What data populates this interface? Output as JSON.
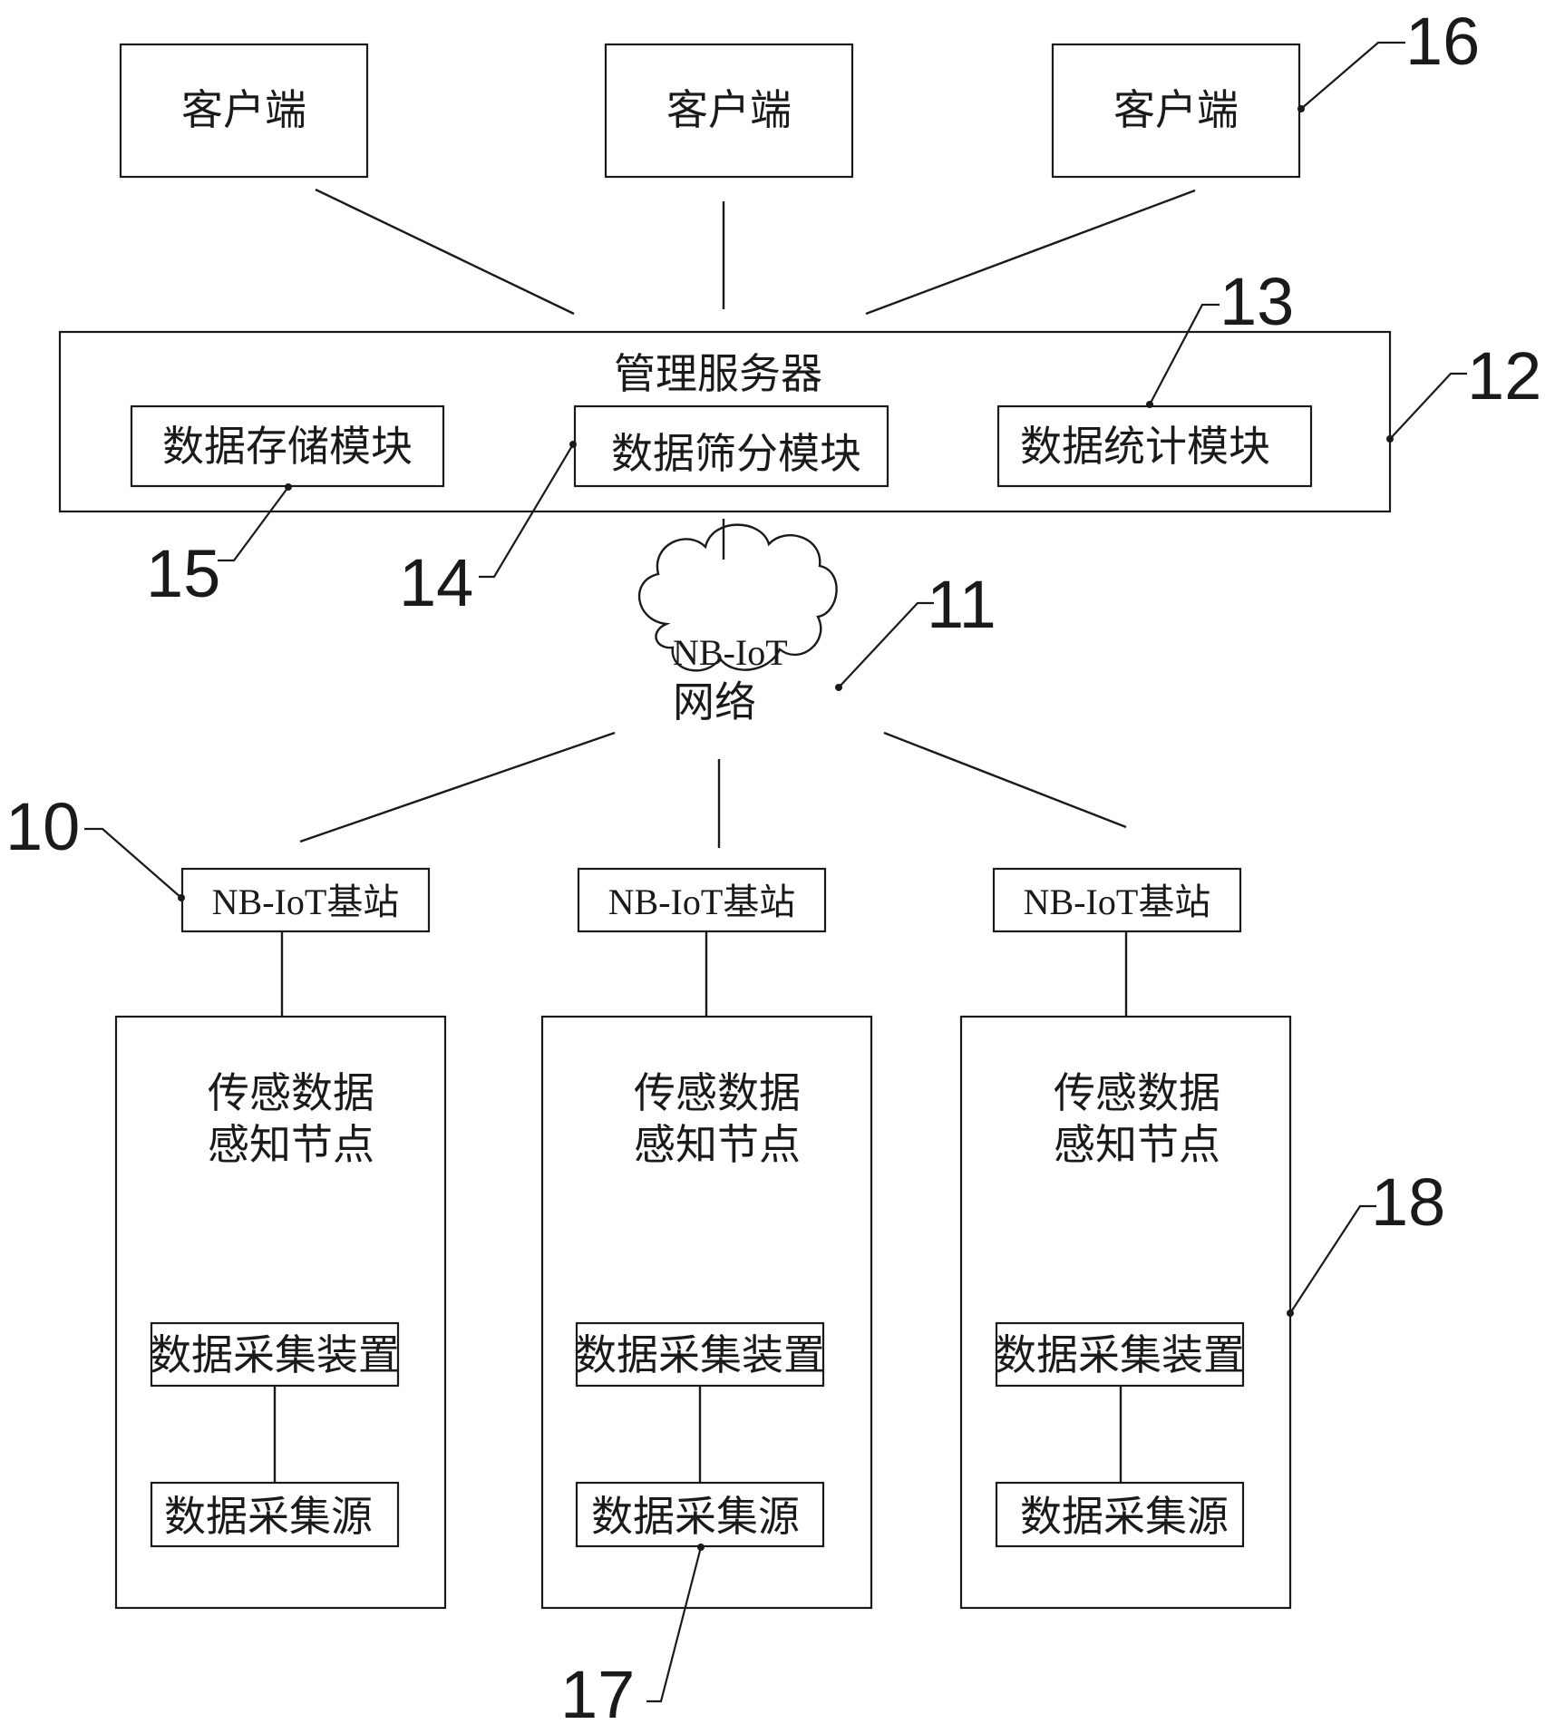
{
  "clients": [
    {
      "label": "客户端"
    },
    {
      "label": "客户端"
    },
    {
      "label": "客户端"
    }
  ],
  "server": {
    "title": "管理服务器",
    "modules": {
      "storage": "数据存储模块",
      "filter": "数据筛分模块",
      "statistics": "数据统计模块"
    }
  },
  "network": {
    "line1": "NB-IoT",
    "line2": "网络"
  },
  "base_stations": [
    {
      "label": "NB-IoT基站"
    },
    {
      "label": "NB-IoT基站"
    },
    {
      "label": "NB-IoT基站"
    }
  ],
  "sensor_nodes": [
    {
      "title_line1": "传感数据",
      "title_line2": "感知节点",
      "device": "数据采集装置",
      "source": "数据采集源"
    },
    {
      "title_line1": "传感数据",
      "title_line2": "感知节点",
      "device": "数据采集装置",
      "source": "数据采集源"
    },
    {
      "title_line1": "传感数据",
      "title_line2": "感知节点",
      "device": "数据采集装置",
      "source": "数据采集源"
    }
  ],
  "reference_numerals": {
    "base_station": "10",
    "network": "11",
    "server": "12",
    "statistics": "13",
    "filter": "14",
    "storage": "15",
    "client": "16",
    "source": "17",
    "node": "18"
  }
}
